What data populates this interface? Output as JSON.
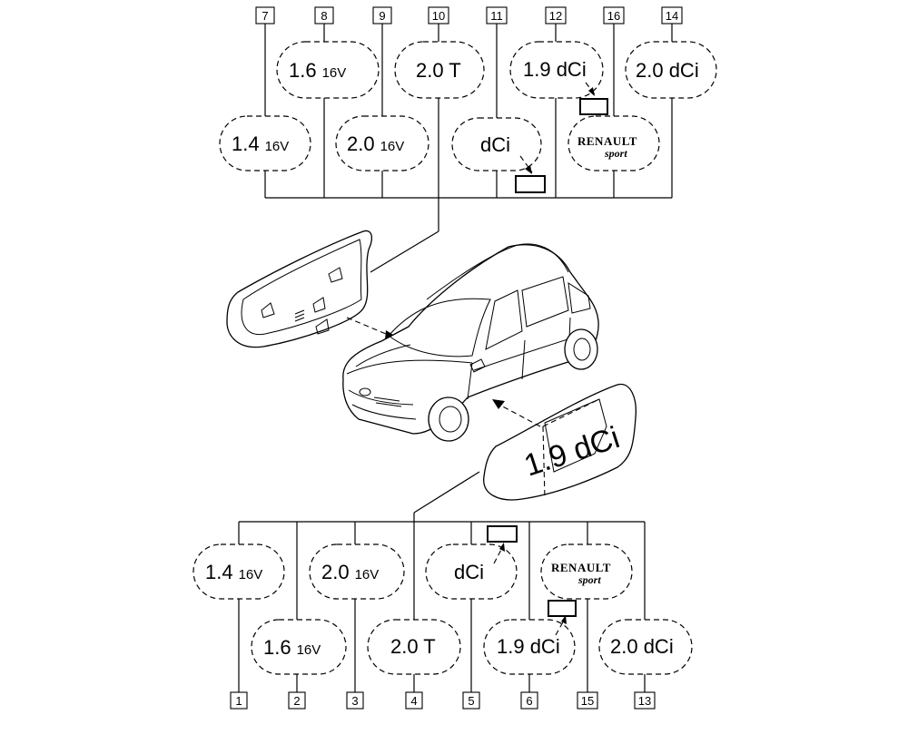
{
  "top_badges": [
    {
      "ref": "7",
      "main": "1.4",
      "sub": "16V"
    },
    {
      "ref": "8",
      "main": "1.6",
      "sub": "16V"
    },
    {
      "ref": "9",
      "main": "2.0",
      "sub": "16V"
    },
    {
      "ref": "10",
      "main": "2.0 T",
      "sub": ""
    },
    {
      "ref": "11",
      "main": "dCi",
      "sub": ""
    },
    {
      "ref": "12",
      "main": "1.9 dCi",
      "sub": ""
    },
    {
      "ref": "16",
      "brand": "RENAULT",
      "brand_sub": "sport"
    },
    {
      "ref": "14",
      "main": "2.0 dCi",
      "sub": ""
    }
  ],
  "bottom_badges": [
    {
      "ref": "1",
      "main": "1.4",
      "sub": "16V"
    },
    {
      "ref": "2",
      "main": "1.6",
      "sub": "16V"
    },
    {
      "ref": "3",
      "main": "2.0",
      "sub": "16V"
    },
    {
      "ref": "4",
      "main": "2.0 T",
      "sub": ""
    },
    {
      "ref": "5",
      "main": "dCi",
      "sub": ""
    },
    {
      "ref": "6",
      "main": "1.9 dCi",
      "sub": ""
    },
    {
      "ref": "15",
      "brand": "RENAULT",
      "brand_sub": "sport"
    },
    {
      "ref": "13",
      "main": "2.0 dCi",
      "sub": ""
    }
  ],
  "side_panel_text": "1.9 dCi"
}
